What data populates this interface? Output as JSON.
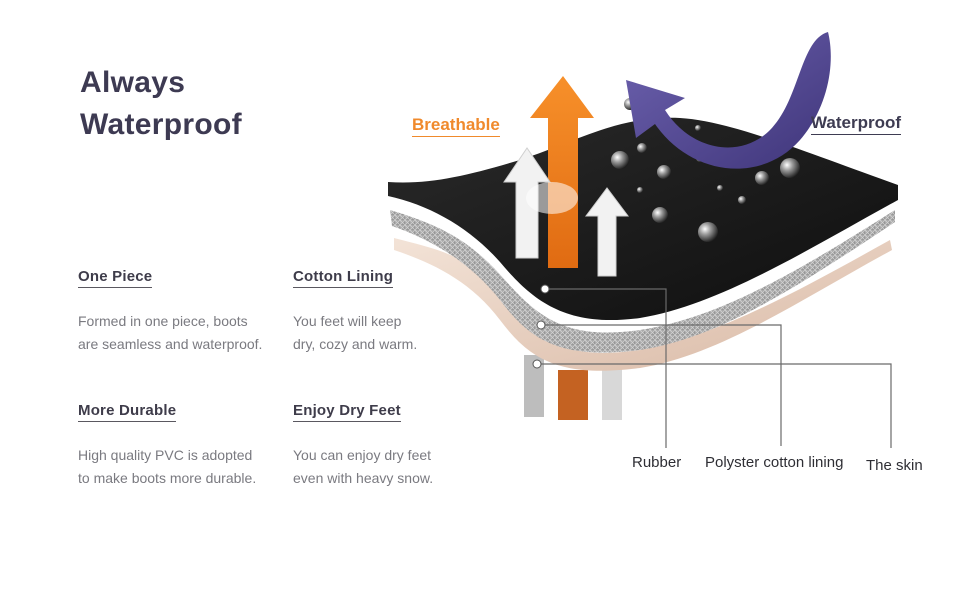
{
  "title": {
    "line1": "Always",
    "line2": "Waterproof"
  },
  "features": [
    {
      "heading": "One Piece",
      "lines": [
        "Formed in one piece, boots",
        "are seamless and waterproof."
      ]
    },
    {
      "heading": "Cotton Lining",
      "lines": [
        "You feet will keep",
        "dry, cozy and warm."
      ]
    },
    {
      "heading": "More Durable",
      "lines": [
        "High quality PVC is adopted",
        "to make boots more durable."
      ]
    },
    {
      "heading": "Enjoy Dry Feet",
      "lines": [
        "You can enjoy dry feet",
        "even with heavy snow."
      ]
    }
  ],
  "diagram": {
    "breathable_label": "Breathable",
    "waterproof_label": "Waterproof",
    "layers": [
      "Rubber",
      "Polyster cotton lining",
      "The skin"
    ]
  },
  "colors": {
    "title": "#3d3a52",
    "breathable": "#f08a2c",
    "waterproof_arrow": "#5a4f96",
    "rubber_layer": "#1a1a1a",
    "lining_layer": "#9a9a9a",
    "skin_layer": "#e9d3c4"
  }
}
